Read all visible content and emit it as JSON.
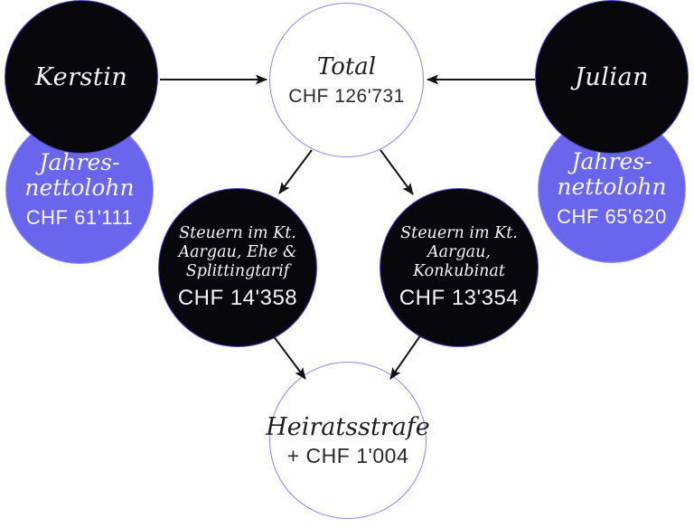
{
  "diagram": {
    "background": "#ffffff",
    "colors": {
      "black_fill": "#08080c",
      "purple_fill": "#6965ec",
      "circle_outline": "#8d86e3",
      "arrow": "#141414",
      "light_text": "#f4f3f9",
      "dark_text": "#1e1e22"
    },
    "nodes": {
      "kerstin": {
        "label": "Kerstin"
      },
      "julian": {
        "label": "Julian"
      },
      "kerstin_salary": {
        "label_line1": "Jahres-",
        "label_line2": "nettolohn",
        "amount": "CHF 61'111"
      },
      "julian_salary": {
        "label_line1": "Jahres-",
        "label_line2": "nettolohn",
        "amount": "CHF 65'620"
      },
      "total": {
        "label": "Total",
        "amount": "CHF 126'731"
      },
      "tax_married": {
        "label_line1": "Steuern im Kt.",
        "label_line2": "Aargau, Ehe &",
        "label_line3": "Splittingtarif",
        "amount": "CHF 14'358"
      },
      "tax_concubinage": {
        "label_line1": "Steuern im Kt.",
        "label_line2": "Aargau,",
        "label_line3": "Konkubinat",
        "amount": "CHF 13'354"
      },
      "penalty": {
        "label": "Heiratsstrafe",
        "amount": "+ CHF 1'004"
      }
    }
  }
}
